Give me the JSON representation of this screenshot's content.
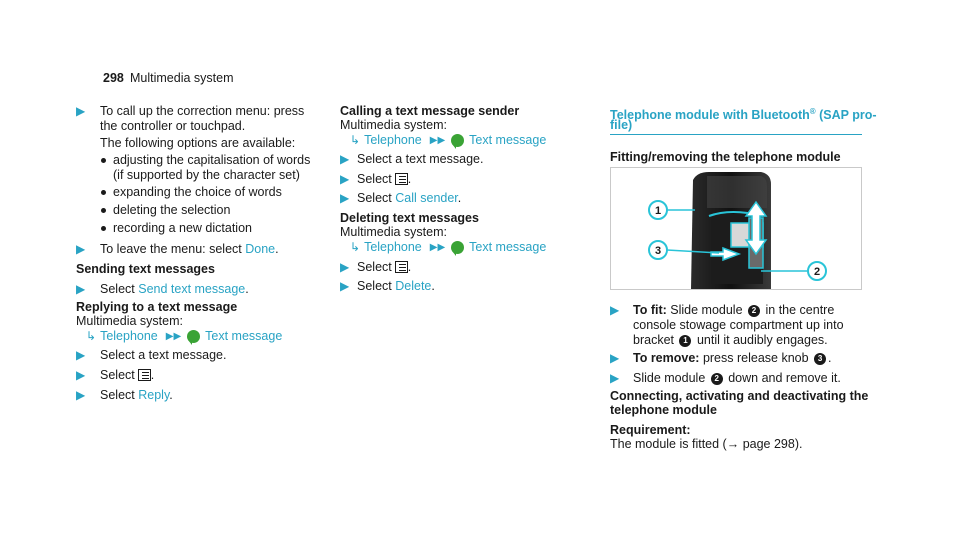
{
  "header": {
    "page_number": "298",
    "section": "Multimedia sy­stem"
  },
  "col1": {
    "item1": {
      "text": "To call up the cor­rection menu: press the controller or touchpad."
    },
    "options_intro": "The following options are available:",
    "options": [
      "adjusting the capitalisation of words (if supported by the character set)",
      "expanding the choice of words",
      "deleting the selection",
      "recording a new dictation"
    ],
    "item2_prefix": "To leave the menu: select",
    "item2_link": "Done",
    "sending_heading": "Sending text messages",
    "send_prefix": "Select",
    "send_link": "Send text message",
    "replying_heading": "Replying to a text message",
    "multimedia_system": "Multimedia system:",
    "path_telephone": "Telephone",
    "path_text_message": "Text message",
    "select_text_message": "Select a text message.",
    "select_label": "Select",
    "reply_link": "Reply"
  },
  "col2": {
    "calling_heading": "Calling a text message sender",
    "multimedia_system": "Multimedia system:",
    "path_telephone": "Telephone",
    "path_text_message": "Text message",
    "select_text_message": "Select a text message.",
    "select_label": "Select",
    "call_sender_link": "Call sender",
    "deleting_heading": "Deleting text messages",
    "delete_link": "Delete"
  },
  "col3": {
    "title_line1": "Telephone module with Bluetooth",
    "title_reg": "®",
    "title_suffix": " (SAP pro-",
    "title_line2": "file)",
    "fitting_heading": "Fitting/removing the telephone module",
    "figure_callouts": [
      "1",
      "2",
      "3"
    ],
    "fit_label": "To fit:",
    "fit_text_a": "Slide module",
    "fit_text_b": "in the centre console stowage compartment up into bracket",
    "fit_text_c": "until it audibly engages.",
    "remove_label": "To remove:",
    "remove_text": "press release knob",
    "slide_text_a": "Slide module",
    "slide_text_b": "down and remove it.",
    "connecting_heading_1": "Connecting, activating and deactivating the",
    "connecting_heading_2": "telephone module",
    "requirement_label": "Requirement:",
    "requirement_text": "The module is fitted (→ page 298)."
  },
  "colors": {
    "accent": "#29a3c4",
    "message_icon": "#3aa335"
  }
}
